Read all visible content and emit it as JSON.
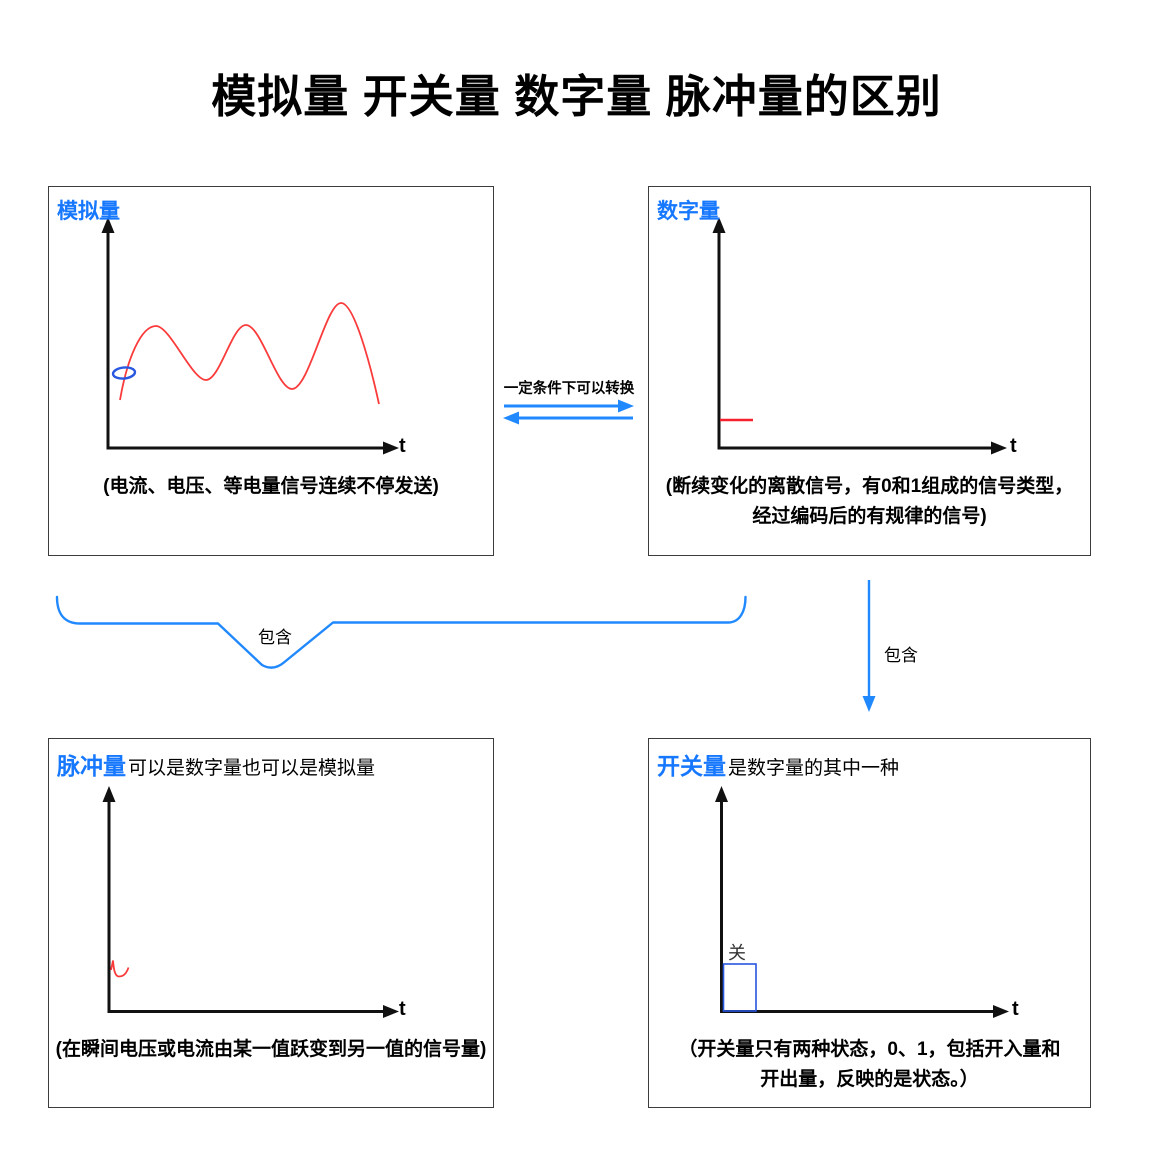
{
  "title": "模拟量 开关量 数字量 脉冲量的区别",
  "panels": {
    "analog": {
      "label": "模拟量",
      "caption": "(电流、电压、等电量信号连续不停发送)",
      "axis_label": "t"
    },
    "digital": {
      "label": "数字量",
      "caption_lines": [
        "(断续变化的离散信号，有0和1组成的信号类型，",
        "经过编码后的有规律的信号)"
      ],
      "axis_label": "t"
    },
    "pulse": {
      "label": "脉冲量",
      "label_suffix": "可以是数字量也可以是模拟量",
      "caption": "(在瞬间电压或电流由某一值跃变到另一值的信号量)",
      "axis_label": "t"
    },
    "switch": {
      "label": "开关量",
      "label_suffix": "是数字量的其中一种",
      "state_label": "关",
      "caption_lines": [
        "（开关量只有两种状态，0、1，包括开入量和",
        "开出量，反映的是状态。）"
      ],
      "axis_label": "t"
    }
  },
  "connectors": {
    "convert_label": "一定条件下可以转换",
    "contain_brace_label": "包含",
    "contain_arrow_label": "包含"
  },
  "colors": {
    "accent_blue": "#1677ff",
    "line_blue": "#2189ff",
    "shape_blue": "#2857e0",
    "signal_red": "#fa3b3b",
    "digital_red": "#f5222d",
    "border_gray": "#3c3c3c",
    "ink": "#000000"
  }
}
